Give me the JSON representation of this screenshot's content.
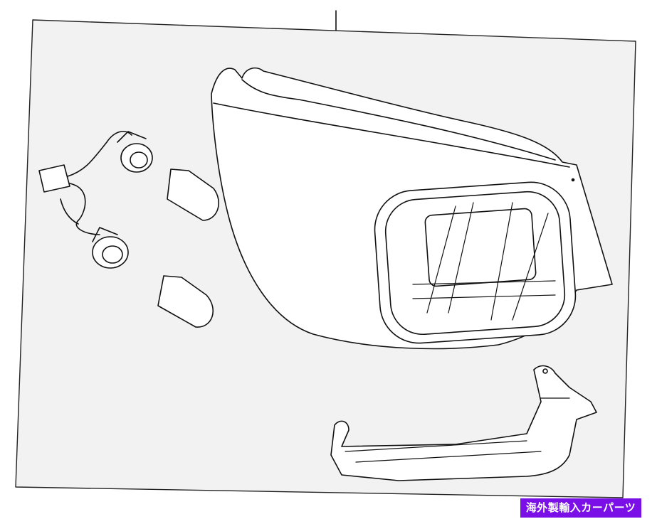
{
  "diagram": {
    "parts": [
      "tail-lamp-assembly",
      "bulb-socket-harness",
      "bulb-upper",
      "bulb-lower",
      "lamp-bracket"
    ]
  },
  "watermark": {
    "text": "海外製輸入カーパーツ",
    "color": "#7b0fe8"
  }
}
